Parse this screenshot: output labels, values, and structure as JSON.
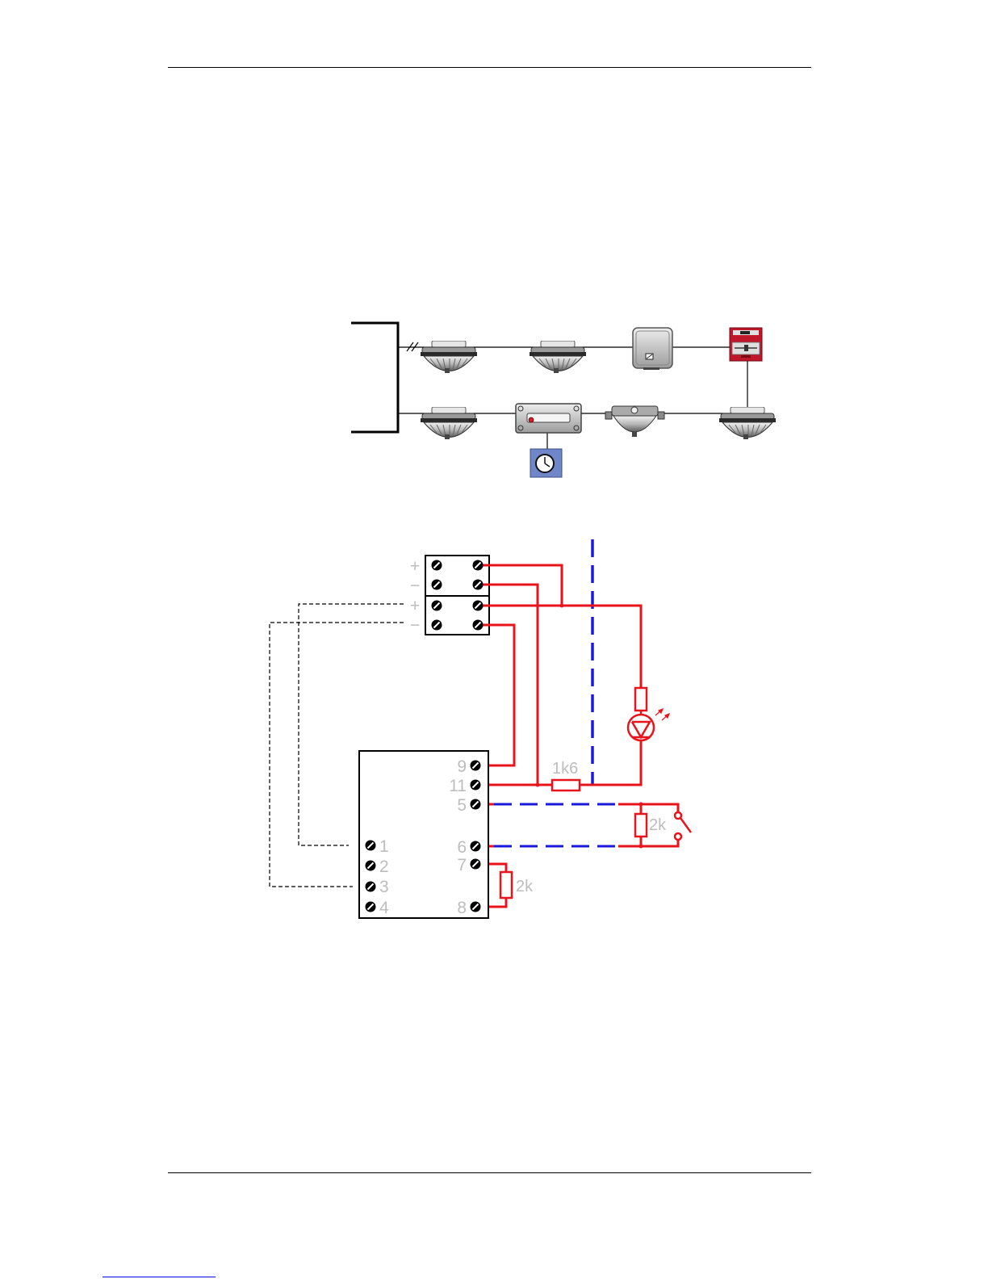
{
  "colors": {
    "loop_wire": "#000000",
    "circuit_wire": "#e8141b",
    "boundary": "#1a1adb",
    "signal": "#1a1adb",
    "terminal": "#000000",
    "label": "#bdbdbd",
    "timer_box": "#6f86c8",
    "call_point": "#c0182a"
  },
  "loop_devices": {
    "top_row": [
      "smoke-detector-icon",
      "smoke-detector-icon",
      "io-module-icon",
      "manual-call-point-icon"
    ],
    "bottom_row": [
      "smoke-detector-icon",
      "interface-unit-icon",
      "beam-detector-icon",
      "smoke-detector-icon"
    ],
    "timer": "clock-icon"
  },
  "terminal_block": {
    "polarity_labels": [
      "+",
      "−",
      "+",
      "−"
    ]
  },
  "module": {
    "left_terminals": [
      "1",
      "2",
      "3",
      "4"
    ],
    "right_terminals": [
      "9",
      "11",
      "5",
      "6",
      "7",
      "8"
    ]
  },
  "components": {
    "series_resistor": "1k6",
    "eol_resistor_input": "2k",
    "eol_resistor_monitor": "2k"
  }
}
